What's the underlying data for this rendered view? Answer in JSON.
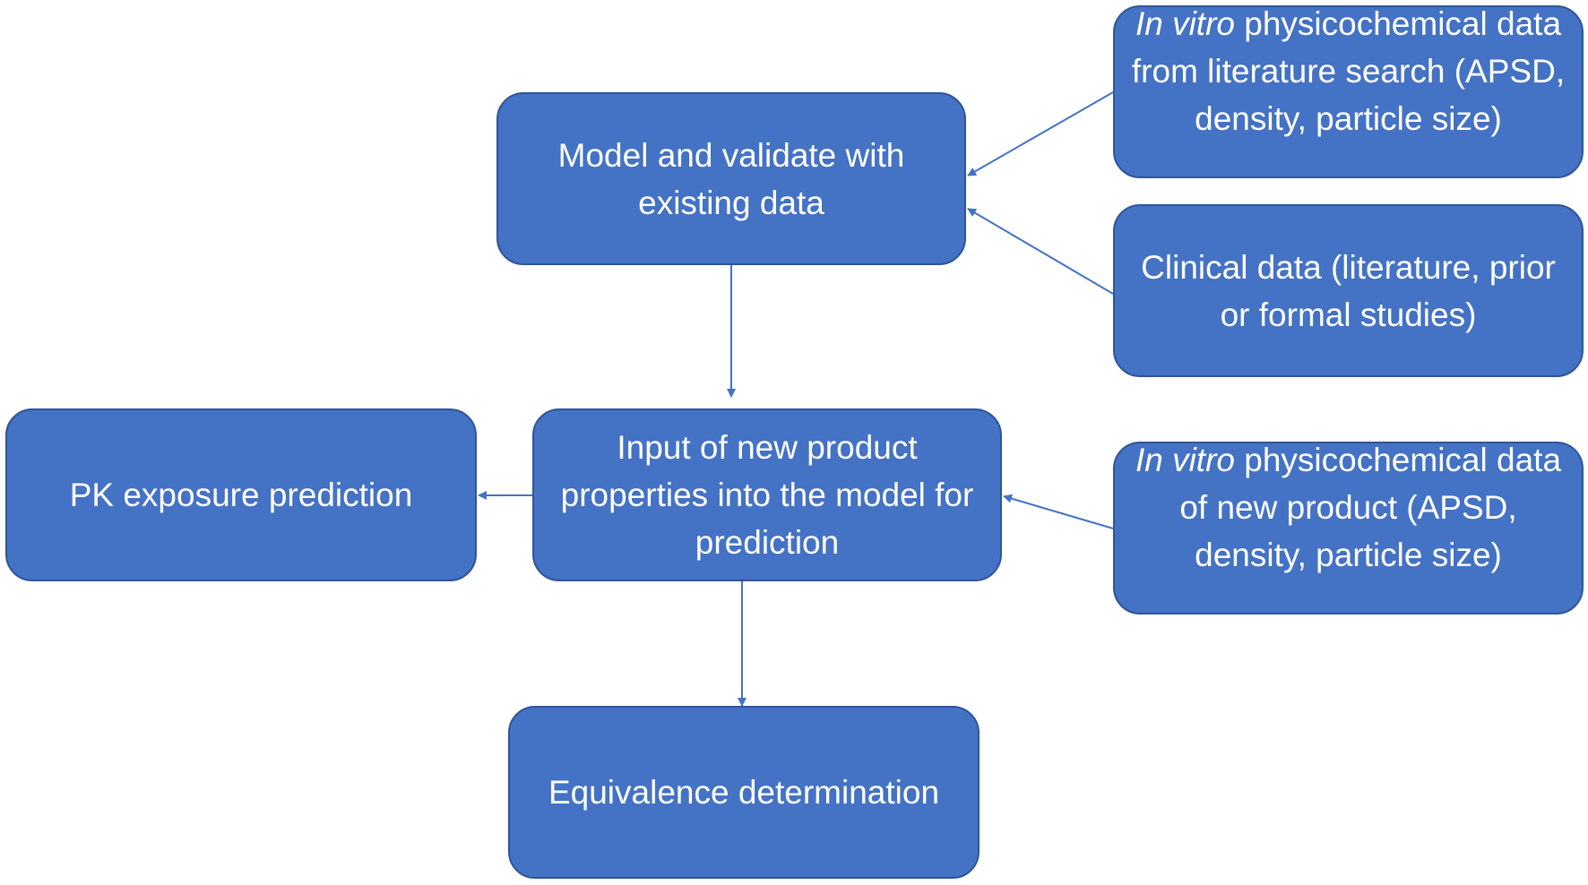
{
  "diagram": {
    "nodes": {
      "model_validate": {
        "text": "Model and validate with existing data"
      },
      "input_new_product": {
        "text": "Input of new product properties into the model for prediction"
      },
      "pk_exposure": {
        "text": "PK exposure prediction"
      },
      "equivalence": {
        "text": "Equivalence determination"
      },
      "invitro_literature": {
        "italic": "In vitro",
        "text": " physicochemical data from literature search (APSD, density, particle size)"
      },
      "clinical_data": {
        "text": "Clinical data (literature, prior or formal studies)"
      },
      "invitro_new_product": {
        "italic": "In vitro",
        "text": " physicochemical data of new product (APSD, density, particle size)"
      }
    },
    "edges": [
      {
        "from": "invitro_literature",
        "to": "model_validate"
      },
      {
        "from": "clinical_data",
        "to": "model_validate"
      },
      {
        "from": "model_validate",
        "to": "input_new_product"
      },
      {
        "from": "invitro_new_product",
        "to": "input_new_product"
      },
      {
        "from": "input_new_product",
        "to": "pk_exposure"
      },
      {
        "from": "input_new_product",
        "to": "equivalence"
      }
    ],
    "colors": {
      "node_fill": "#4472c4",
      "node_border": "#2f5597",
      "node_text": "#ffffff",
      "arrow": "#4472c4"
    }
  }
}
